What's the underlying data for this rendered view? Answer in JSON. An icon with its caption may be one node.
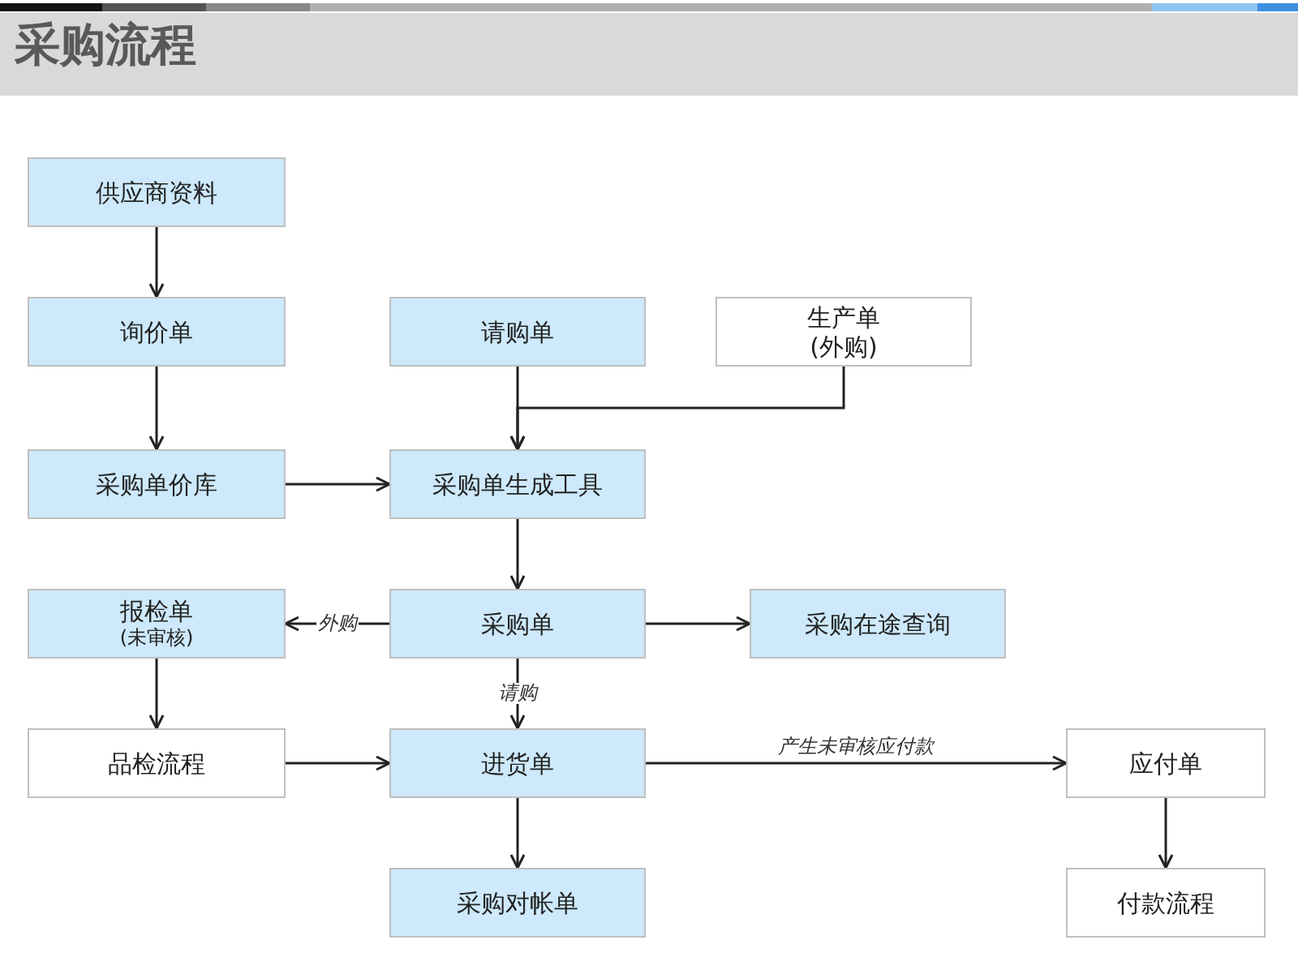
{
  "diagram": {
    "title": "采购流程",
    "nodes": [
      {
        "text": [
          "供应商资料"
        ]
      },
      {
        "text": [
          "询价单"
        ]
      },
      {
        "text": [
          "请购单"
        ]
      },
      {
        "text": [
          "生产单",
          "(外购)"
        ]
      },
      {
        "text": [
          "采购单价库"
        ]
      },
      {
        "text": [
          "采购单生成工具"
        ]
      },
      {
        "text": [
          "报检单",
          "(未审核)"
        ]
      },
      {
        "text": [
          "采购单"
        ]
      },
      {
        "text": [
          "采购在途查询"
        ]
      },
      {
        "text": [
          "品检流程"
        ]
      },
      {
        "text": [
          "进货单"
        ]
      },
      {
        "text": [
          "应付单"
        ]
      },
      {
        "text": [
          "采购对帐单"
        ]
      },
      {
        "text": [
          "付款流程"
        ]
      }
    ],
    "edges": [
      {
        "from": 0,
        "to": 1,
        "arrow": "to"
      },
      {
        "from": 1,
        "to": 4,
        "arrow": "to"
      },
      {
        "from": 2,
        "to": 5,
        "arrow": "to"
      },
      {
        "from": 3,
        "to": 5,
        "arrow": "to"
      },
      {
        "from": 4,
        "to": 5,
        "arrow": "to"
      },
      {
        "from": 5,
        "to": 7,
        "arrow": "to"
      },
      {
        "from": 7,
        "to": 6,
        "arrow": "to",
        "label": "外购"
      },
      {
        "from": 7,
        "to": 8,
        "arrow": "to"
      },
      {
        "from": 7,
        "to": 10,
        "arrow": "to",
        "label": "请购"
      },
      {
        "from": 6,
        "to": 9,
        "arrow": "to"
      },
      {
        "from": 9,
        "to": 10,
        "arrow": "to"
      },
      {
        "from": 10,
        "to": 11,
        "arrow": "to",
        "label": "产生未审核应付款"
      },
      {
        "from": 10,
        "to": 12,
        "arrow": "to"
      },
      {
        "from": 11,
        "to": 13,
        "arrow": "to"
      }
    ]
  }
}
